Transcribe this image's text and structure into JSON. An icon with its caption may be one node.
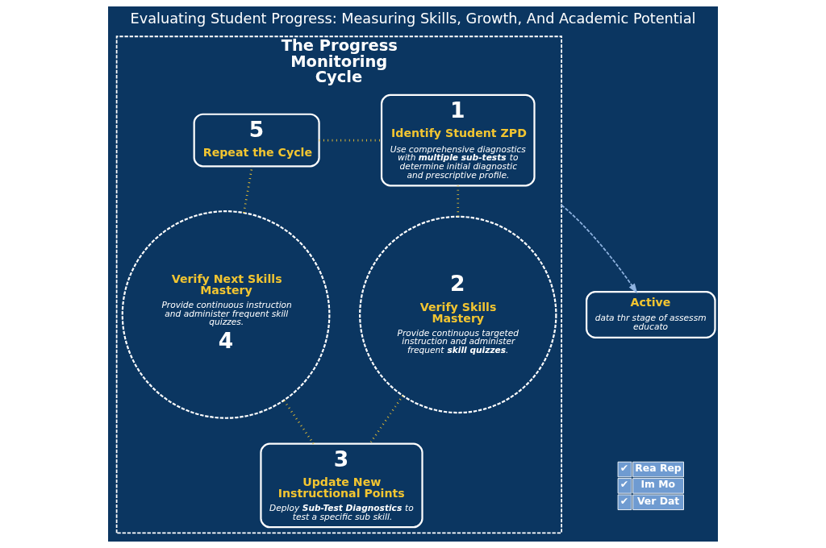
{
  "diagram": {
    "title": "Evaluating Student Progress: Measuring Skills, Growth, And Academic Potential",
    "nodes": [
      {
        "text": [
          "The Progress Monitoring Cycle"
        ]
      },
      {
        "text": [
          "1",
          "Identify Student ZPD",
          "Use comprehensive diagnostics with **multiple sub-tests** to determine initial diagnostic and prescriptive profile."
        ],
        "in": 0
      },
      {
        "text": [
          "5",
          "Repeat the Cycle"
        ],
        "in": 0
      },
      {
        "text": [
          "2",
          "Verify Skills Mastery",
          "Provide continuous targeted instruction and administer frequent **skill quizzes**."
        ],
        "in": 0
      },
      {
        "text": [
          "Verify Next Skills Mastery",
          "Provide continuous instruction and administer frequent skill quizzes.",
          "4"
        ],
        "in": 0
      },
      {
        "text": [
          "3",
          "Update New Instructional Points",
          "Deploy **Sub-Test Diagnostics** to test a specific sub skill."
        ],
        "in": 0
      },
      {
        "text": [
          "Active",
          "data thr stage of assessm educato"
        ]
      }
    ],
    "edges": [
      {
        "from": 1,
        "to": 3,
        "arrow": "none",
        "style": "dashed"
      },
      {
        "from": 3,
        "to": 5,
        "arrow": "none",
        "style": "dashed"
      },
      {
        "from": 5,
        "to": 4,
        "arrow": "none",
        "style": "dashed"
      },
      {
        "from": 4,
        "to": 2,
        "arrow": "none",
        "style": "dashed"
      },
      {
        "from": 2,
        "to": 1,
        "arrow": "none",
        "style": "dashed"
      },
      {
        "from": 0,
        "to": 6,
        "arrow": "to",
        "style": "dashed",
        "color": "#8fb3e0"
      }
    ],
    "labels": [
      "✔",
      "Rea Rep",
      "✔",
      "Im Mo",
      "✔",
      "Ver Dat"
    ]
  }
}
